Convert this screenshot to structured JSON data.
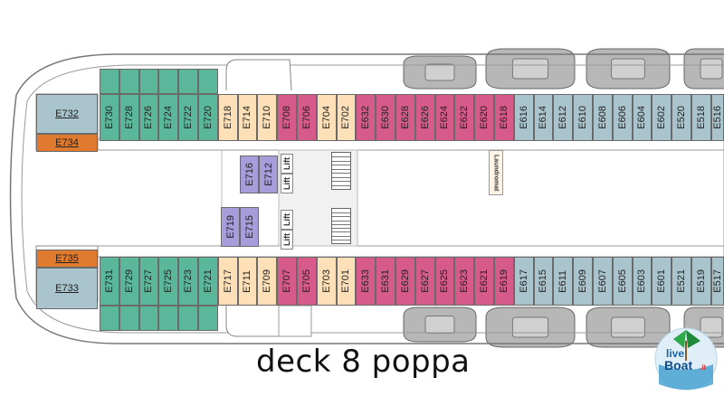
{
  "caption": "deck 8 poppa",
  "colors": {
    "teal": "#5bb79a",
    "peach": "#fde0b8",
    "pink": "#d65a8a",
    "blue": "#a9c4cc",
    "lavender": "#a79ddb",
    "orange": "#e07a2e",
    "tender": "#b7b7b7"
  },
  "top_row": [
    {
      "id": "E730",
      "c": "teal"
    },
    {
      "id": "E728",
      "c": "teal"
    },
    {
      "id": "E726",
      "c": "teal"
    },
    {
      "id": "E724",
      "c": "teal"
    },
    {
      "id": "E722",
      "c": "teal"
    },
    {
      "id": "E720",
      "c": "teal"
    },
    {
      "id": "E718",
      "c": "peach"
    },
    {
      "id": "E714",
      "c": "peach"
    },
    {
      "id": "E710",
      "c": "peach"
    },
    {
      "id": "E708",
      "c": "pink"
    },
    {
      "id": "E706",
      "c": "pink"
    },
    {
      "id": "E704",
      "c": "peach"
    },
    {
      "id": "E702",
      "c": "peach"
    },
    {
      "id": "E632",
      "c": "pink"
    },
    {
      "id": "E630",
      "c": "pink"
    },
    {
      "id": "E628",
      "c": "pink"
    },
    {
      "id": "E626",
      "c": "pink"
    },
    {
      "id": "E624",
      "c": "pink"
    },
    {
      "id": "E622",
      "c": "pink"
    },
    {
      "id": "E620",
      "c": "pink"
    },
    {
      "id": "E618",
      "c": "pink"
    },
    {
      "id": "E616",
      "c": "blue"
    },
    {
      "id": "E614",
      "c": "blue"
    },
    {
      "id": "E612",
      "c": "blue"
    },
    {
      "id": "E610",
      "c": "blue"
    },
    {
      "id": "E608",
      "c": "blue"
    },
    {
      "id": "E606",
      "c": "blue"
    },
    {
      "id": "E604",
      "c": "blue"
    },
    {
      "id": "E602",
      "c": "blue"
    },
    {
      "id": "E520",
      "c": "blue"
    },
    {
      "id": "E518",
      "c": "blue"
    },
    {
      "id": "E516",
      "c": "blue"
    }
  ],
  "bottom_row": [
    {
      "id": "E731",
      "c": "teal"
    },
    {
      "id": "E729",
      "c": "teal"
    },
    {
      "id": "E727",
      "c": "teal"
    },
    {
      "id": "E725",
      "c": "teal"
    },
    {
      "id": "E723",
      "c": "teal"
    },
    {
      "id": "E721",
      "c": "teal"
    },
    {
      "id": "E717",
      "c": "peach"
    },
    {
      "id": "E711",
      "c": "peach"
    },
    {
      "id": "E709",
      "c": "peach"
    },
    {
      "id": "E707",
      "c": "pink"
    },
    {
      "id": "E705",
      "c": "pink"
    },
    {
      "id": "E703",
      "c": "peach"
    },
    {
      "id": "E701",
      "c": "peach"
    },
    {
      "id": "E633",
      "c": "pink"
    },
    {
      "id": "E631",
      "c": "pink"
    },
    {
      "id": "E629",
      "c": "pink"
    },
    {
      "id": "E627",
      "c": "pink"
    },
    {
      "id": "E625",
      "c": "pink"
    },
    {
      "id": "E623",
      "c": "pink"
    },
    {
      "id": "E621",
      "c": "pink"
    },
    {
      "id": "E619",
      "c": "pink"
    },
    {
      "id": "E617",
      "c": "blue"
    },
    {
      "id": "E615",
      "c": "blue"
    },
    {
      "id": "E611",
      "c": "blue"
    },
    {
      "id": "E609",
      "c": "blue"
    },
    {
      "id": "E607",
      "c": "blue"
    },
    {
      "id": "E605",
      "c": "blue"
    },
    {
      "id": "E603",
      "c": "blue"
    },
    {
      "id": "E601",
      "c": "blue"
    },
    {
      "id": "E521",
      "c": "blue"
    },
    {
      "id": "E519",
      "c": "blue"
    },
    {
      "id": "E517",
      "c": "blue"
    }
  ],
  "stern_cabins": {
    "top_large": "E732",
    "top_small": "E734",
    "bottom_small": "E735",
    "bottom_large": "E733"
  },
  "interior_cabins": [
    "E716",
    "E712",
    "E719",
    "E715"
  ],
  "lift_label": "Lift",
  "laundry_label": "Laundromat",
  "logo": {
    "line1": "live",
    "line2": "Boat",
    "suffix": ".it"
  }
}
